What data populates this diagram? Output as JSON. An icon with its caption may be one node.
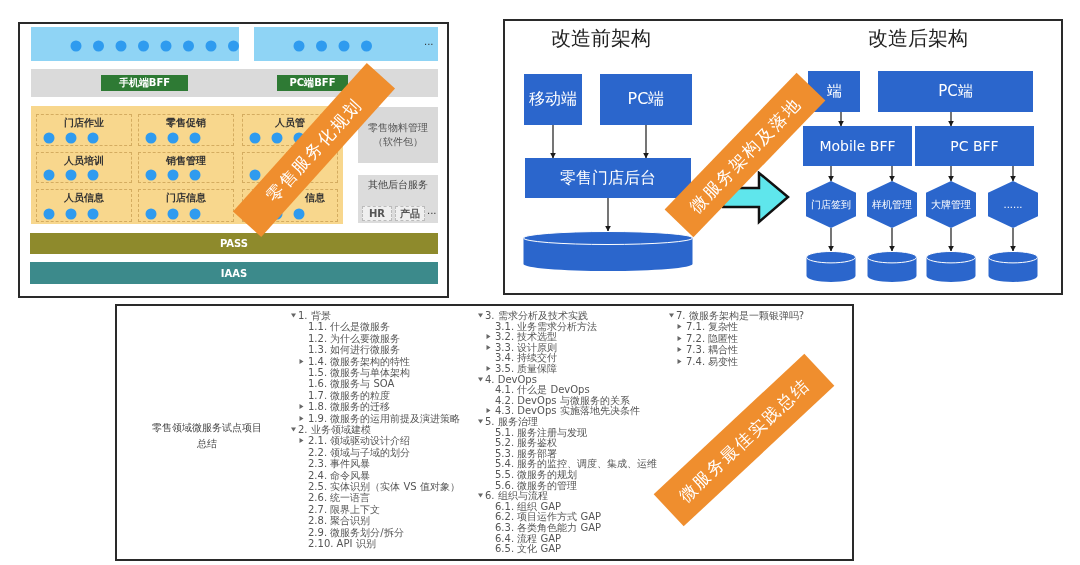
{
  "diagram": {
    "nodes": [
      {
        "text": [],
        "shape": "box"
      },
      {
        "text": [],
        "shape": "box"
      },
      {
        "text": [],
        "shape": "box"
      },
      {
        "text": [
          "手机端BFF"
        ],
        "in": 2
      },
      {
        "text": [
          "PC端BFF"
        ]
      },
      {
        "text": [],
        "shape": "box"
      },
      {
        "text": [
          "门店作业"
        ],
        "in": 5
      },
      {
        "text": [
          "零售促销"
        ],
        "in": 5
      },
      {
        "text": [
          "人员管"
        ]
      },
      {
        "text": [
          "人员培训"
        ],
        "in": 5
      },
      {
        "text": [
          "销售管理"
        ],
        "in": 5
      },
      {
        "text": [],
        "shape": "box"
      },
      {
        "text": [
          "人员信息"
        ],
        "in": 5
      },
      {
        "text": [
          "门店信息"
        ],
        "in": 5
      },
      {
        "text": [
          "信息"
        ]
      },
      {
        "text": [
          "零售物料管理（软件包）"
        ]
      },
      {
        "text": [
          "其他后台服务"
        ]
      },
      {
        "text": [
          "HR"
        ]
      },
      {
        "text": [
          "产品"
        ],
        "in": 16
      },
      {
        "text": [
          "PASS"
        ]
      },
      {
        "text": [
          "IAAS"
        ]
      },
      {
        "text": [
          "零售服务化规划"
        ]
      },
      {
        "text": [
          "移动端"
        ]
      },
      {
        "text": [
          "PC端"
        ]
      },
      {
        "text": [
          "零售门店后台"
        ]
      },
      {
        "text": [],
        "shape": "cylinder"
      },
      {
        "text": [
          "端"
        ]
      },
      {
        "text": [
          "PC端"
        ]
      },
      {
        "text": [
          "Mobile BFF"
        ]
      },
      {
        "text": [
          "PC BFF"
        ]
      },
      {
        "text": [
          "门店签到"
        ]
      },
      {
        "text": [
          "样机管理"
        ]
      },
      {
        "text": [
          "大牌管理"
        ]
      },
      {
        "text": [
          "......"
        ]
      },
      {
        "text": [],
        "shape": "cylinder"
      },
      {
        "text": [],
        "shape": "cylinder"
      },
      {
        "text": [],
        "shape": "cylinder"
      },
      {
        "text": [],
        "shape": "cylinder"
      },
      {
        "text": [
          "微服务架构及落地"
        ]
      },
      {
        "text": [
          "微服务最佳实践总结"
        ]
      }
    ],
    "edges": [
      {
        "from": 22,
        "to": 24,
        "arrow": "to"
      },
      {
        "from": 23,
        "to": 24,
        "arrow": "to"
      },
      {
        "from": 24,
        "to": 25,
        "arrow": "to"
      },
      {
        "from": 26,
        "to": 28,
        "arrow": "to"
      },
      {
        "from": 27,
        "to": 29,
        "arrow": "to"
      },
      {
        "from": 28,
        "to": 30,
        "arrow": "to"
      },
      {
        "from": 28,
        "to": 31,
        "arrow": "to"
      },
      {
        "from": 29,
        "to": 32,
        "arrow": "to"
      },
      {
        "from": 29,
        "to": 33,
        "arrow": "to"
      },
      {
        "from": 30,
        "to": 34,
        "arrow": "to"
      },
      {
        "from": 31,
        "to": 35,
        "arrow": "to"
      },
      {
        "from": 32,
        "to": 36,
        "arrow": "to"
      },
      {
        "from": 33,
        "to": 37,
        "arrow": "to"
      }
    ],
    "labels": [
      "...",
      "...",
      "改造前架构",
      "改造后架构",
      "零售领域微服务试点项目总结",
      "1. 背景",
      "1.1. 什么是微服务",
      "1.2. 为什么要微服务",
      "1.3. 如何进行微服务",
      "1.4. 微服务架构的特性",
      "1.5. 微服务与单体架构",
      "1.6. 微服务与 SOA",
      "1.7. 微服务的粒度",
      "1.8. 微服务的迁移",
      "1.9. 微服务的运用前提及演进策略",
      "2. 业务领域建模",
      "2.1. 领域驱动设计介绍",
      "2.2. 领域与子域的划分",
      "2.3. 事件风暴",
      "2.4. 命令风暴",
      "2.5. 实体识别（实体 VS 值对象）",
      "2.6. 统一语言",
      "2.7. 限界上下文",
      "2.8. 聚合识别",
      "2.9. 微服务划分/拆分",
      "2.10. API 识别",
      "3. 需求分析及技术实践",
      "3.1. 业务需求分析方法",
      "3.2. 技术选型",
      "3.3. 设计原则",
      "3.4. 持续交付",
      "3.5. 质量保障",
      "4. DevOps",
      "4.1. 什么是 DevOps",
      "4.2. DevOps 与微服务的关系",
      "4.3. DevOps 实施落地先决条件",
      "5. 服务治理",
      "5.1. 服务注册与发现",
      "5.2. 服务鉴权",
      "5.3. 服务部署",
      "5.4. 服务的监控、调度、集成、运维",
      "5.5. 微服务的规划",
      "5.6. 微服务的管理",
      "6. 组织与流程",
      "6.1. 组织 GAP",
      "6.2. 项目运作方式 GAP",
      "6.3. 各类角色能力 GAP",
      "6.4. 流程 GAP",
      "6.5. 文化 GAP",
      "7. 微服务架构是一颗银弹吗?",
      "7.1. 复杂性",
      "7.2. 隐匿性",
      "7.3. 耦合性",
      "7.4. 易变性"
    ]
  }
}
